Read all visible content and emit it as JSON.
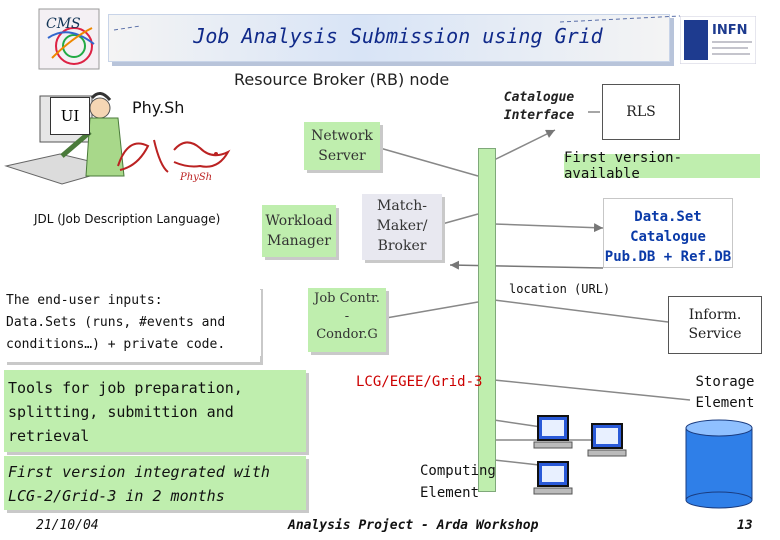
{
  "header": {
    "title": "Job Analysis Submission using Grid",
    "logo_left": "CMS",
    "logo_right": "INFN"
  },
  "diagram": {
    "rb_label": "Resource Broker (RB) node",
    "ui_label": "UI",
    "physh_label": "Phy.Sh",
    "physh_logo_text": "PhySh",
    "jdl_label": "JDL (Job Description Language)",
    "network_server": [
      "Network",
      "Server"
    ],
    "workload_manager": [
      "Workload",
      "Manager"
    ],
    "matchmaker": [
      "Match-",
      "Maker/",
      "Broker"
    ],
    "job_controller": [
      "Job Contr.",
      "-",
      "Condor.G"
    ],
    "catalogue_interface": [
      "Catalogue",
      "Interface"
    ],
    "rls": "RLS",
    "first_version_available": "First version- available",
    "dataset_catalogue": [
      "Data.Set",
      "Catalogue",
      "Pub.DB + Ref.DB"
    ],
    "location_label": "location (URL)",
    "inform_service": [
      "Inform.",
      "Service"
    ],
    "lcg_label": "LCG/EGEE/Grid-3",
    "computing_element": [
      "Computing",
      "Element"
    ],
    "storage_element": [
      "Storage",
      "Element"
    ]
  },
  "notes": {
    "end_user": [
      "The end-user inputs:",
      "Data.Sets (runs, #events and",
      "conditions…) + private code."
    ],
    "tools": [
      "Tools for job preparation,",
      "splitting, submittion and",
      "retrieval"
    ],
    "integrated": [
      "First version integrated with",
      "LCG-2/Grid-3 in 2 months"
    ]
  },
  "footer": {
    "date": "21/10/04",
    "title": "Analysis Project - Arda Workshop",
    "page": "13"
  },
  "colors": {
    "title_text": "#102a8a",
    "green_box": "#bfeeae",
    "dataset_text": "#0a3aa8",
    "lcg_text": "#cc0000"
  }
}
